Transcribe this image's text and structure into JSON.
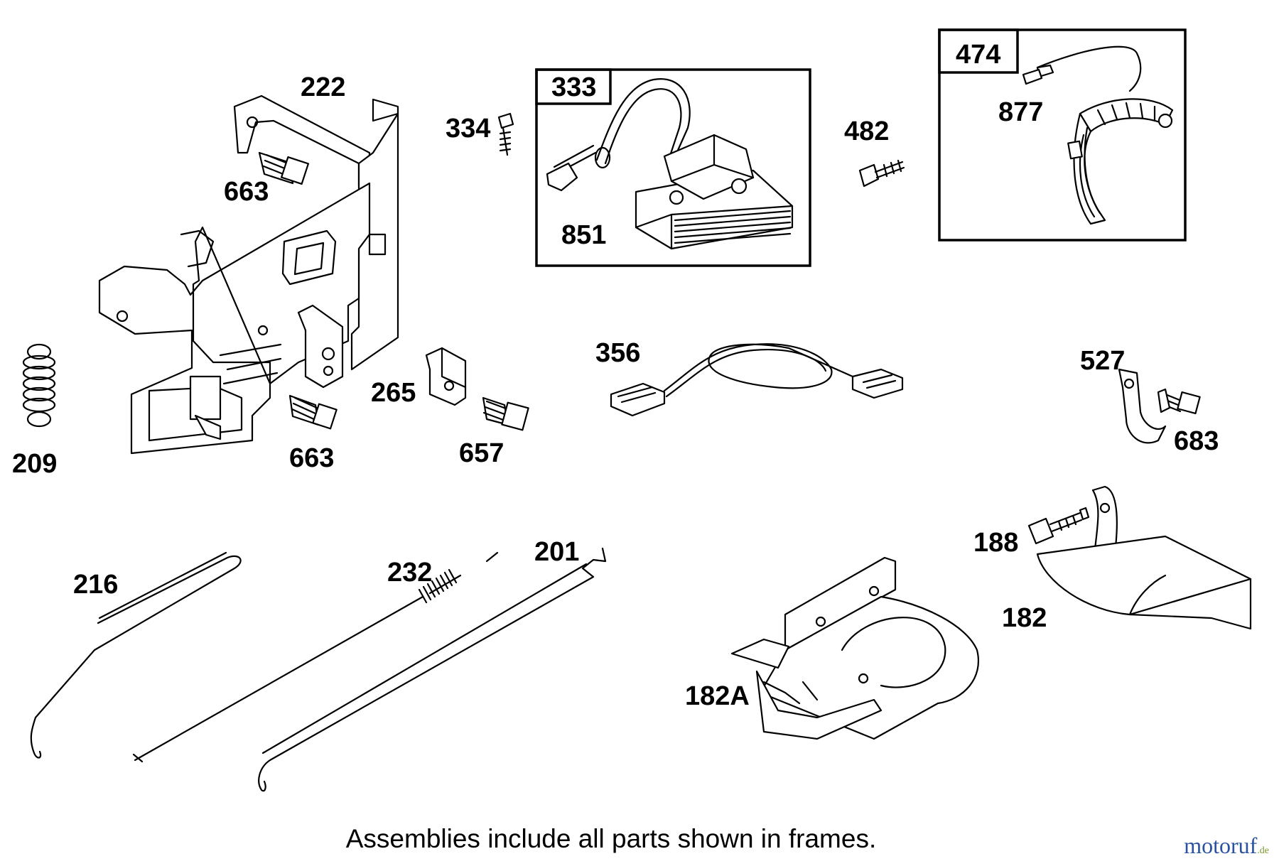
{
  "diagram": {
    "parts": [
      {
        "id": "p222",
        "label": "222",
        "name": "control-bracket"
      },
      {
        "id": "p663a",
        "label": "663",
        "name": "screw-upper"
      },
      {
        "id": "p663b",
        "label": "663",
        "name": "screw-lower"
      },
      {
        "id": "p209",
        "label": "209",
        "name": "spring"
      },
      {
        "id": "p265",
        "label": "265",
        "name": "cable-clamp"
      },
      {
        "id": "p657",
        "label": "657",
        "name": "screw"
      },
      {
        "id": "p334",
        "label": "334",
        "name": "screw"
      },
      {
        "id": "p333",
        "label": "333",
        "name": "armature-assembly"
      },
      {
        "id": "p851",
        "label": "851",
        "name": "spark-plug-terminal"
      },
      {
        "id": "p482",
        "label": "482",
        "name": "screw"
      },
      {
        "id": "p474",
        "label": "474",
        "name": "alternator-assembly"
      },
      {
        "id": "p877",
        "label": "877",
        "name": "connector"
      },
      {
        "id": "p356",
        "label": "356",
        "name": "wire-harness"
      },
      {
        "id": "p527",
        "label": "527",
        "name": "clamp"
      },
      {
        "id": "p683",
        "label": "683",
        "name": "screw"
      },
      {
        "id": "p188",
        "label": "188",
        "name": "bolt"
      },
      {
        "id": "p182",
        "label": "182",
        "name": "shield"
      },
      {
        "id": "p182A",
        "label": "182A",
        "name": "air-guide"
      },
      {
        "id": "p216",
        "label": "216",
        "name": "governor-link"
      },
      {
        "id": "p232",
        "label": "232",
        "name": "governor-spring"
      },
      {
        "id": "p201",
        "label": "201",
        "name": "throttle-link"
      }
    ],
    "frames": [
      "333",
      "474"
    ],
    "footnote": "Assemblies include all parts shown in frames.",
    "watermark": {
      "main": "motoruf",
      "tld": ".de"
    }
  }
}
